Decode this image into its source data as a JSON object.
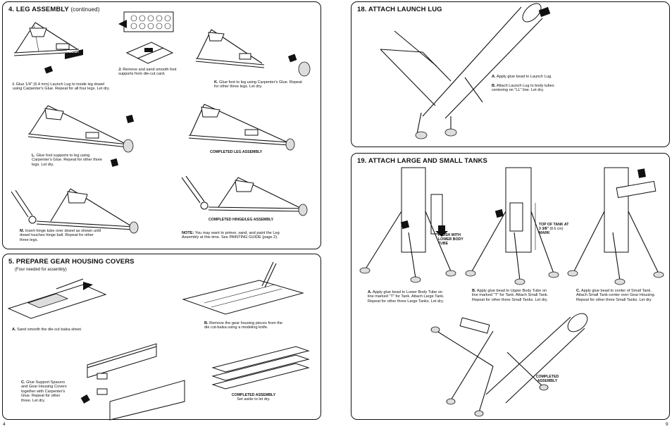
{
  "left_page": {
    "number": "4",
    "leg_section": {
      "title": "4. LEG ASSEMBLY",
      "title_suffix": "(continued)",
      "flush_tag": "FLUSH",
      "steps": [
        {
          "letter": "I.",
          "text": "Glue 1/4\" (6.4 mm) Launch Lug to inside leg dowel using Carpenter's Glue. Repeat for all four legs. Let dry."
        },
        {
          "letter": "J.",
          "text": "Remove and sand smooth foot supports from die-cut card."
        },
        {
          "letter": "K.",
          "text": "Glue foot to leg using Carpenter's Glue. Repeat for other three legs. Let dry."
        },
        {
          "letter": "L.",
          "text": "Glue foot supports to leg using Carpenter's Glue. Repeat for other three legs. Let dry."
        },
        {
          "letter": "M.",
          "text": "Insert hinge tube over dowel as shown until dowel touches hinge ball. Repeat for other three legs."
        }
      ],
      "completed_leg": "COMPLETED LEG ASSEMBLY",
      "completed_hinge": "COMPLETED HINGE/LEG ASSEMBLY",
      "note_label": "NOTE:",
      "note_text": "You may want to primer, sand, and paint the Leg Assembly at this time. See PAINTING GUIDE (page 2)."
    },
    "gear_section": {
      "title": "5. PREPARE GEAR HOUSING COVERS",
      "subtitle": "(Four needed for assembly)",
      "steps": [
        {
          "letter": "A.",
          "text": "Sand smooth the die-cut balsa sheet."
        },
        {
          "letter": "B.",
          "text": "Remove the gear housing pieces from the die cut-balsa using a modeling knife."
        },
        {
          "letter": "C.",
          "text": "Glue Support Spacers and Gear Housing Covers together with Carpenter's Glue. Repeat for other three. Let dry."
        }
      ],
      "completed_title": "COMPLETED ASSEMBLY",
      "completed_text": "Set aside to let dry."
    }
  },
  "right_page": {
    "number": "9",
    "launch_lug_section": {
      "title": "18. ATTACH LAUNCH LUG",
      "steps": [
        {
          "letter": "A.",
          "text": "Apply glue bead to Launch Lug."
        },
        {
          "letter": "B.",
          "text": "Attach Launch Lug to body tubes centering on \"LL\" line. Let dry."
        }
      ]
    },
    "tanks_section": {
      "title": "19. ATTACH LARGE AND SMALL TANKS",
      "flush_label": "FLUSH WITH LOWER BODY TUBE",
      "top_of_tank_label": "TOP OF TANK AT",
      "top_of_tank_measure": "3 3/8\"",
      "top_of_tank_metric": "(8.6 cm)",
      "top_of_tank_mark": "MARK",
      "steps": [
        {
          "letter": "A.",
          "text": "Apply glue bead to Lower Body Tube on line marked \"T\" for Tank. Attach Large Tank. Repeat for other three Large Tanks. Let dry."
        },
        {
          "letter": "B.",
          "text": "Apply glue bead to Upper Body Tube on line marked \"T\" for Tank. Attach Small Tank. Repeat for other three Small Tanks. Let dry."
        },
        {
          "letter": "C.",
          "text": "Apply glue bead to center of Small Tank. Attach Small Tank-center over Gear Housing. Repeat for other three Small Tanks. Let dry."
        }
      ],
      "completed": "COMPLETED ASSEMBLY"
    }
  }
}
